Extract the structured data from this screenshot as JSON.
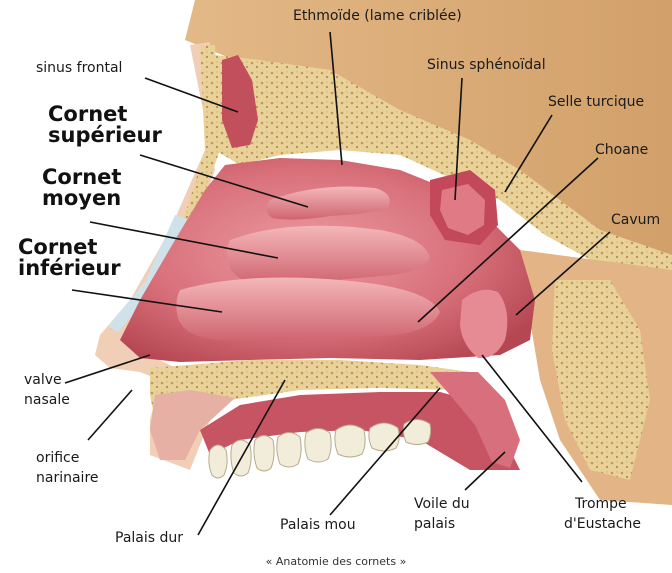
{
  "labels": {
    "ethmoide": "Ethmoïde (lame criblée)",
    "sinus_frontal": "sinus frontal",
    "sinus_sphenoidal": "Sinus sphénoïdal",
    "selle_turcique": "Selle turcique",
    "choane": "Choane",
    "cavum": "Cavum",
    "cornet_superieur_1": "Cornet",
    "cornet_superieur_2": "supérieur",
    "cornet_moyen_1": "Cornet",
    "cornet_moyen_2": "moyen",
    "cornet_inferieur_1": "Cornet",
    "cornet_inferieur_2": "inférieur",
    "valve_nasale_1": "valve",
    "valve_nasale_2": "nasale",
    "orifice_narinaire_1": "orifice",
    "orifice_narinaire_2": "narinaire",
    "palais_dur": "Palais dur",
    "palais_mou": "Palais mou",
    "voile_du_palais_1": "Voile du",
    "voile_du_palais_2": "palais",
    "trompe_eustache_1": "Trompe",
    "trompe_eustache_2": "d'Eustache"
  },
  "caption": "« Anatomie des cornets »",
  "colors": {
    "mucosa": "#d9727c",
    "mucosa_light": "#eba1a6",
    "mucosa_dark": "#b34a55",
    "bone": "#e7cf96",
    "bone_dark": "#c9a860",
    "skin": "#f1d4bf",
    "teeth": "#f2ecd9",
    "leader": "#111111"
  }
}
